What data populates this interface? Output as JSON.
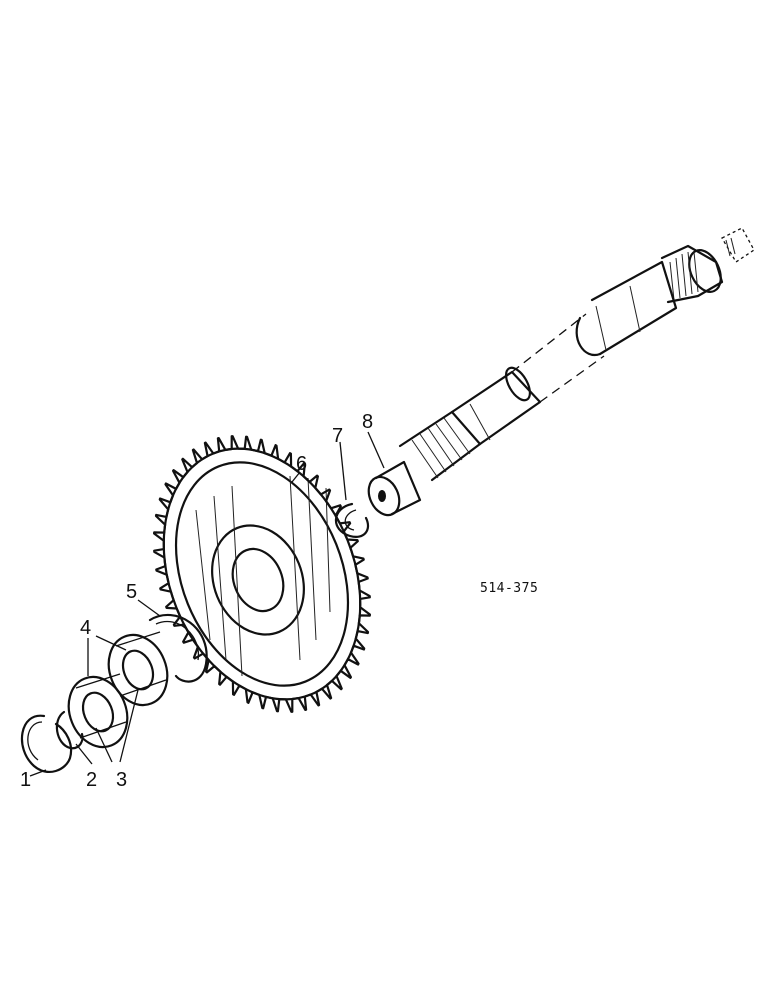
{
  "diagram": {
    "reference_code": "514-375",
    "callouts": [
      {
        "id": "1",
        "label": "1"
      },
      {
        "id": "2",
        "label": "2"
      },
      {
        "id": "3",
        "label": "3"
      },
      {
        "id": "4",
        "label": "4"
      },
      {
        "id": "5",
        "label": "5"
      },
      {
        "id": "6",
        "label": "6"
      },
      {
        "id": "7",
        "label": "7"
      },
      {
        "id": "8",
        "label": "8"
      }
    ]
  }
}
